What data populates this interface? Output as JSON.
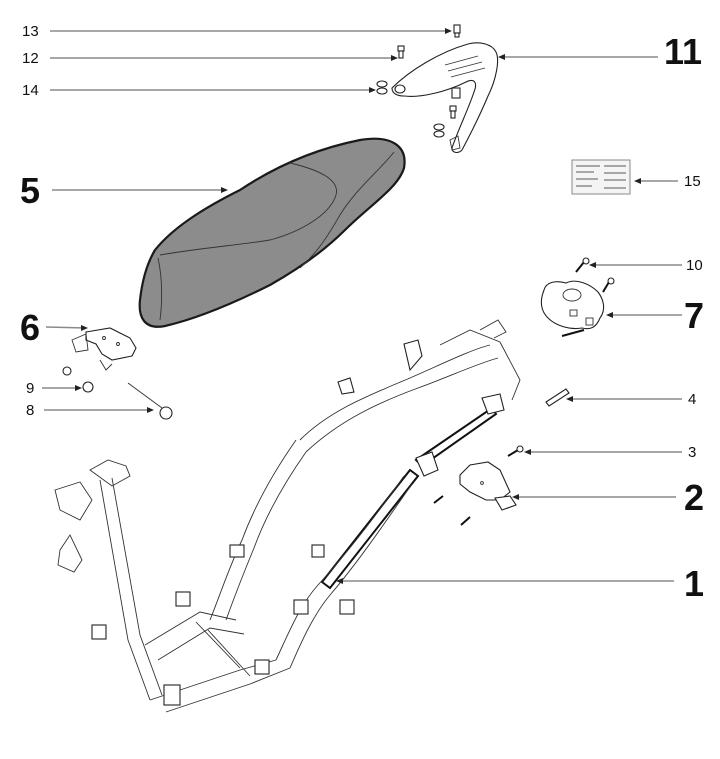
{
  "title": "Scooter frame exploded parts diagram",
  "colors": {
    "background": "#ffffff",
    "ink": "#111111",
    "leader": "#8a8a8a",
    "seat": "#8c8c8c"
  },
  "callouts": [
    {
      "id": "1",
      "label": "1",
      "part": "frame-downtube",
      "size": "large"
    },
    {
      "id": "2",
      "label": "2",
      "part": "bracket-cover",
      "size": "large"
    },
    {
      "id": "3",
      "label": "3",
      "part": "bolt",
      "size": "small"
    },
    {
      "id": "4",
      "label": "4",
      "part": "pin",
      "size": "small"
    },
    {
      "id": "5",
      "label": "5",
      "part": "seat",
      "size": "large"
    },
    {
      "id": "6",
      "label": "6",
      "part": "seat-hinge-bracket",
      "size": "large"
    },
    {
      "id": "7",
      "label": "7",
      "part": "seat-lock",
      "size": "large"
    },
    {
      "id": "8",
      "label": "8",
      "part": "hinge-bolt",
      "size": "small"
    },
    {
      "id": "9",
      "label": "9",
      "part": "nut",
      "size": "small"
    },
    {
      "id": "10",
      "label": "10",
      "part": "lock-screw",
      "size": "small"
    },
    {
      "id": "11",
      "label": "11",
      "part": "rear-grab-rail",
      "size": "large"
    },
    {
      "id": "12",
      "label": "12",
      "part": "screw",
      "size": "small"
    },
    {
      "id": "13",
      "label": "13",
      "part": "screw",
      "size": "small"
    },
    {
      "id": "14",
      "label": "14",
      "part": "washer",
      "size": "small"
    },
    {
      "id": "15",
      "label": "15",
      "part": "label-decal",
      "size": "small"
    }
  ]
}
